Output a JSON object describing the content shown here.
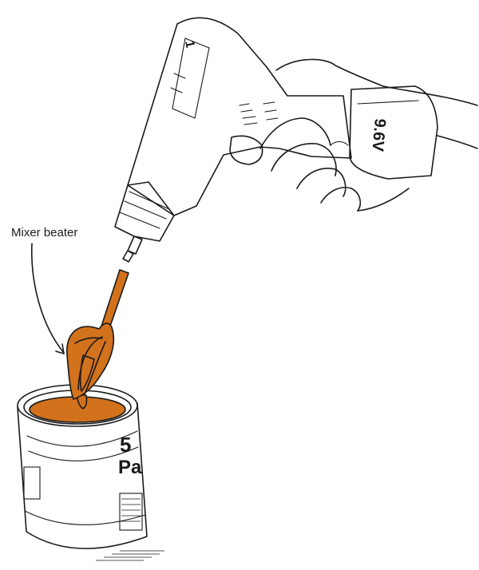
{
  "callout": {
    "label": "Mixer beater"
  },
  "drill": {
    "battery_marking": "9.6V",
    "side_marking": "1"
  },
  "can": {
    "marking_number": "5",
    "marking_text": "Pa"
  },
  "colors": {
    "paint": "#d2721c",
    "ink": "#1a1a1a",
    "background": "#ffffff"
  }
}
